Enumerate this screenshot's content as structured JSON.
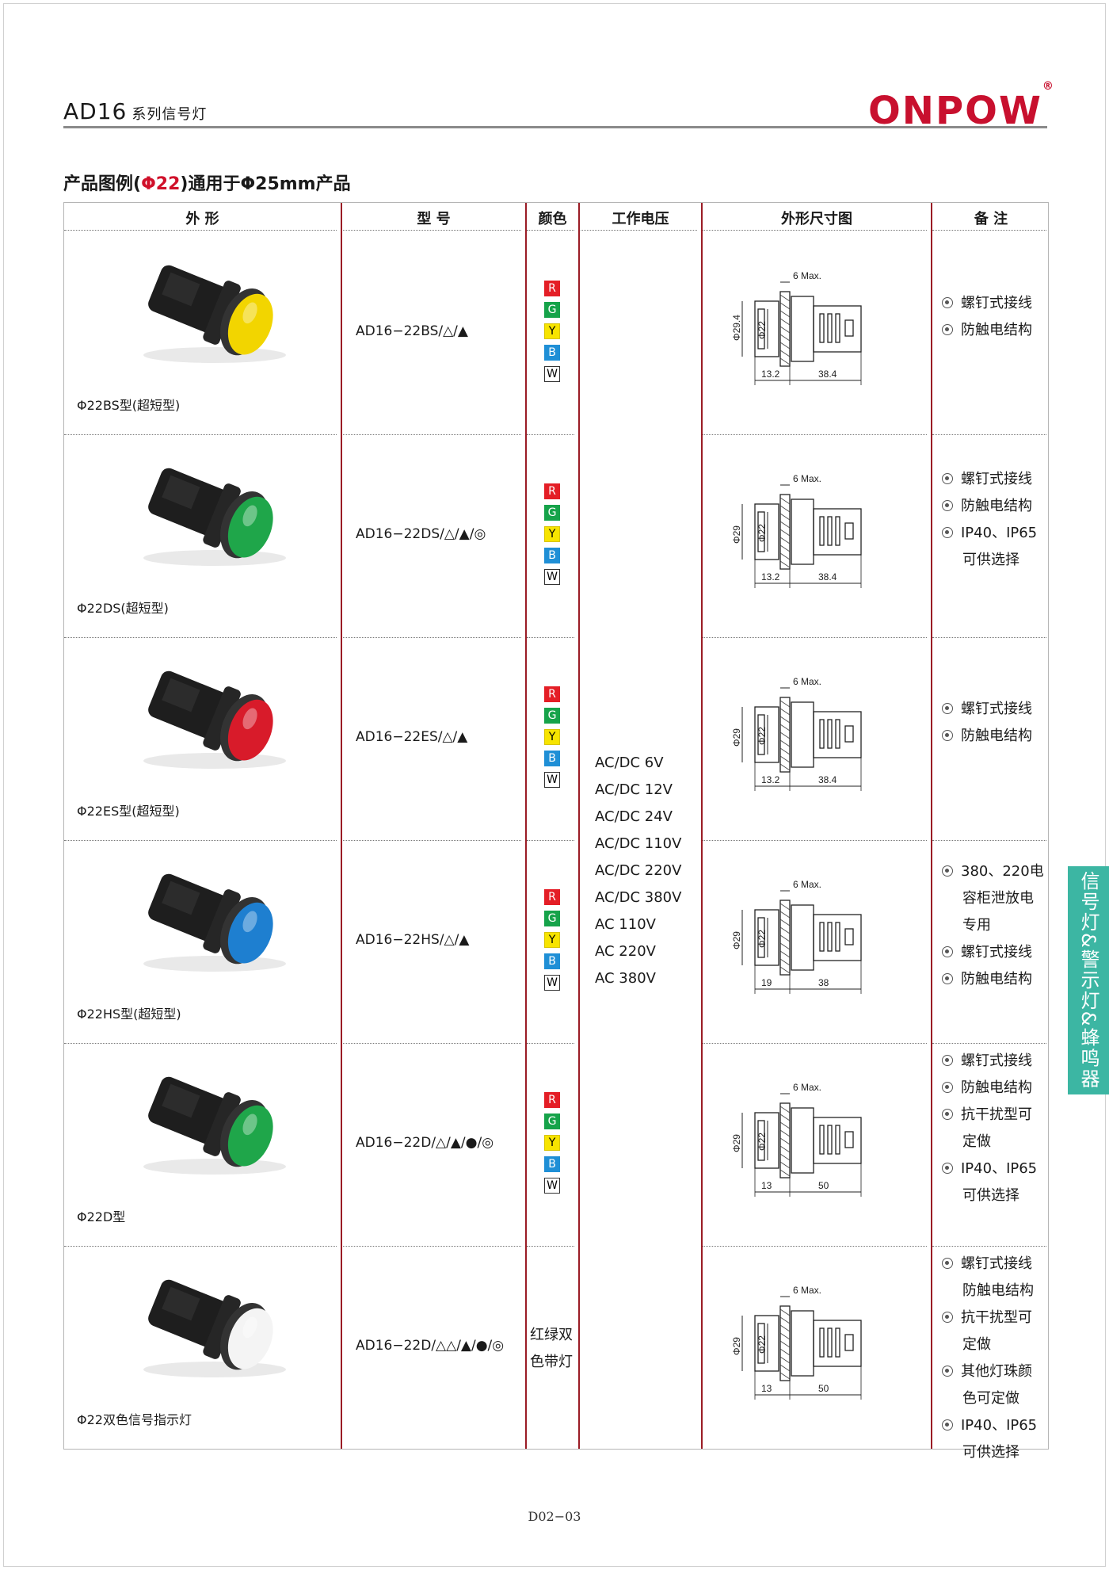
{
  "header": {
    "title": "AD16",
    "title_sub": "系列信号灯",
    "brand": "ONPOW",
    "brand_mark": "®"
  },
  "subtitle": {
    "pre": "产品图例(",
    "highlight": "Φ22",
    "post": ")通用于Φ25mm产品"
  },
  "columns": [
    "外 形",
    "型 号",
    "颜色",
    "工作电压",
    "外形尺寸图",
    "备 注"
  ],
  "color_codes": [
    "R",
    "G",
    "Y",
    "B",
    "W"
  ],
  "voltages": [
    "AC/DC 6V",
    "AC/DC 12V",
    "AC/DC 24V",
    "AC/DC 110V",
    "AC/DC 220V",
    "AC/DC 380V",
    "AC 110V",
    "AC 220V",
    "AC 380V"
  ],
  "rows": [
    {
      "caption": "Φ22BS型(超短型)",
      "model": "AD16−22BS/△/▲",
      "lens_color": "#f2d500",
      "dim": {
        "max": "6 Max.",
        "dia1": "Φ29.4",
        "dia2": "Φ22",
        "left": "13.2",
        "right": "38.4"
      },
      "notes": [
        {
          "bullet": true,
          "text": "螺钉式接线"
        },
        {
          "bullet": true,
          "text": "防触电结构"
        }
      ]
    },
    {
      "caption": "Φ22DS(超短型)",
      "model": "AD16−22DS/△/▲/◎",
      "lens_color": "#1fa64a",
      "dim": {
        "max": "6 Max.",
        "dia1": "Φ29",
        "dia2": "Φ22",
        "left": "13.2",
        "right": "38.4"
      },
      "notes": [
        {
          "bullet": true,
          "text": "螺钉式接线"
        },
        {
          "bullet": true,
          "text": "防触电结构"
        },
        {
          "bullet": true,
          "text": "IP40、IP65"
        },
        {
          "bullet": false,
          "text": "可供选择"
        }
      ]
    },
    {
      "caption": "Φ22ES型(超短型)",
      "model": "AD16−22ES/△/▲",
      "lens_color": "#d81b2a",
      "dim": {
        "max": "6 Max.",
        "dia1": "Φ29",
        "dia2": "Φ22",
        "left": "13.2",
        "right": "38.4"
      },
      "notes": [
        {
          "bullet": true,
          "text": "螺钉式接线"
        },
        {
          "bullet": true,
          "text": "防触电结构"
        }
      ]
    },
    {
      "caption": "Φ22HS型(超短型)",
      "model": "AD16−22HS/△/▲",
      "lens_color": "#1e7fd0",
      "dim": {
        "max": "6 Max.",
        "dia1": "Φ29",
        "dia2": "Φ22",
        "left": "19",
        "right": "38"
      },
      "notes": [
        {
          "bullet": true,
          "text": "380、220电"
        },
        {
          "bullet": false,
          "text": "容柜泄放电"
        },
        {
          "bullet": false,
          "text": "专用"
        },
        {
          "bullet": true,
          "text": "螺钉式接线"
        },
        {
          "bullet": true,
          "text": "防触电结构"
        }
      ]
    },
    {
      "caption": "Φ22D型",
      "model": "AD16−22D/△/▲/●/◎",
      "lens_color": "#1fa64a",
      "dim": {
        "max": "6 Max.",
        "dia1": "Φ29",
        "dia2": "Φ22",
        "left": "13",
        "right": "50"
      },
      "notes": [
        {
          "bullet": true,
          "text": "螺钉式接线"
        },
        {
          "bullet": true,
          "text": "防触电结构"
        },
        {
          "bullet": true,
          "text": "抗干扰型可"
        },
        {
          "bullet": false,
          "text": "定做"
        },
        {
          "bullet": true,
          "text": "IP40、IP65"
        },
        {
          "bullet": false,
          "text": "可供选择"
        }
      ]
    },
    {
      "caption": "Φ22双色信号指示灯",
      "model": "AD16−22D/△△/▲/●/◎",
      "color_text": [
        "红绿双",
        "色带灯"
      ],
      "lens_color": "#f4f4f4",
      "dim": {
        "max": "6 Max.",
        "dia1": "Φ29",
        "dia2": "Φ22",
        "left": "13",
        "right": "50"
      },
      "notes": [
        {
          "bullet": true,
          "text": "螺钉式接线"
        },
        {
          "bullet": false,
          "text": "防触电结构"
        },
        {
          "bullet": true,
          "text": "抗干扰型可"
        },
        {
          "bullet": false,
          "text": "定做"
        },
        {
          "bullet": true,
          "text": "其他灯珠颜"
        },
        {
          "bullet": false,
          "text": "色可定做"
        },
        {
          "bullet": true,
          "text": "IP40、IP65"
        },
        {
          "bullet": false,
          "text": "可供选择"
        }
      ]
    }
  ],
  "footer": {
    "page": "D02−03"
  },
  "side_tab": "信号灯&警示灯&蜂鸣器"
}
